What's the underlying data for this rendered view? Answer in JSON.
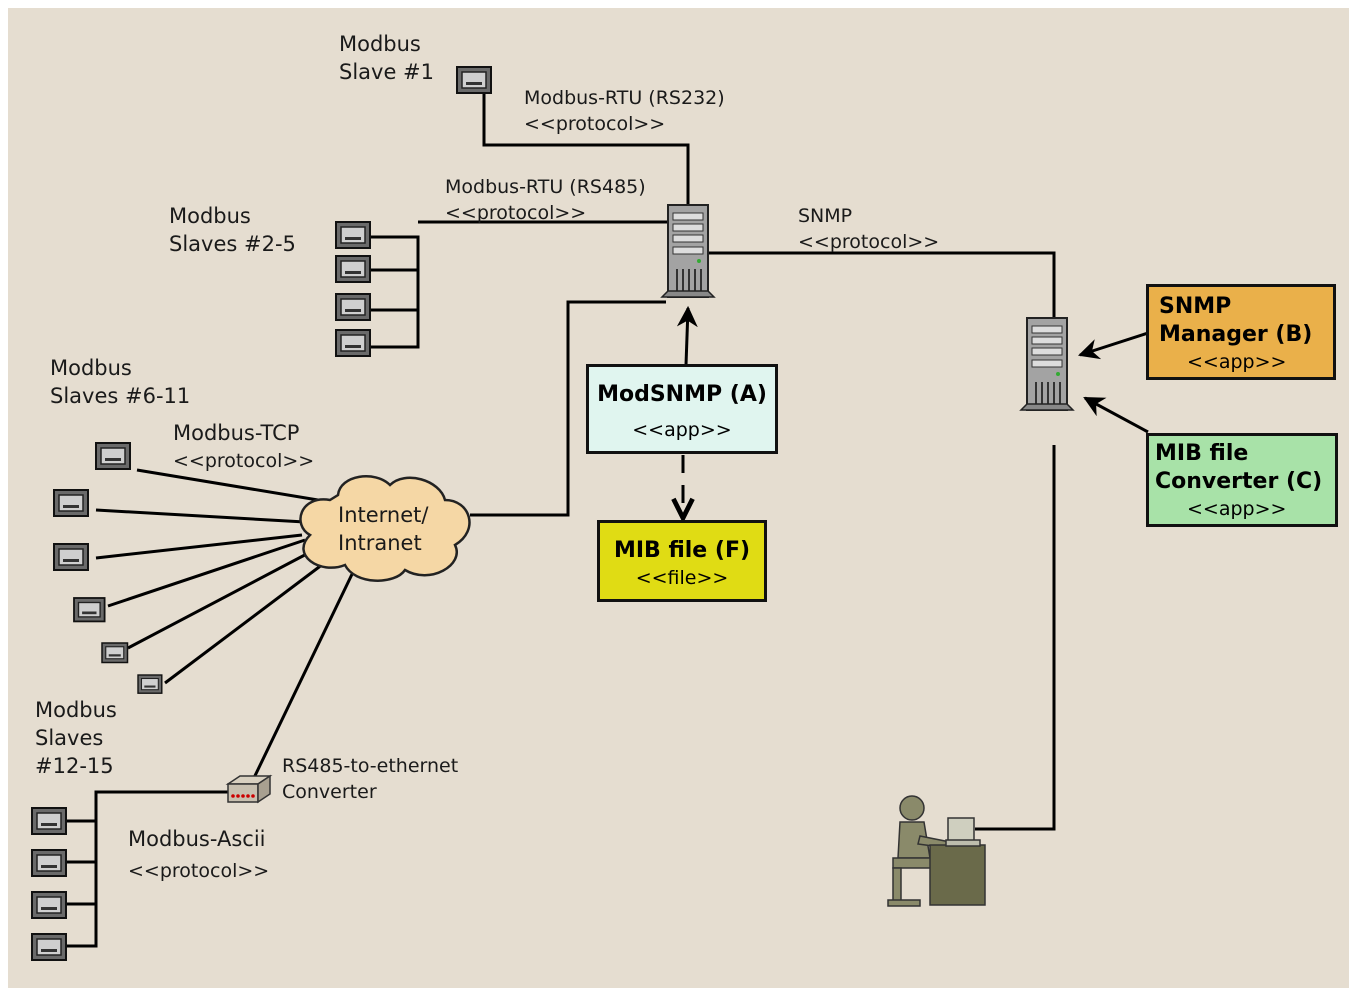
{
  "labels": {
    "slave1": [
      "Modbus",
      "Slave #1"
    ],
    "rtu232": [
      "Modbus-RTU (RS232)",
      "<<protocol>>"
    ],
    "rtu485": [
      "Modbus-RTU (RS485)",
      "<<protocol>>"
    ],
    "slaves2_5": [
      "Modbus",
      "Slaves #2-5"
    ],
    "snmp": [
      "SNMP",
      "<<protocol>>"
    ],
    "slaves6_11": [
      "Modbus",
      "Slaves #6-11"
    ],
    "tcp": [
      "Modbus-TCP",
      "<<protocol>>"
    ],
    "cloud": [
      "Internet/",
      "Intranet"
    ],
    "slaves12_15": [
      "Modbus",
      "Slaves",
      "#12-15"
    ],
    "converter": [
      "RS485-to-ethernet",
      "Converter"
    ],
    "ascii": [
      "Modbus-Ascii",
      "<<protocol>>"
    ]
  },
  "boxes": {
    "modsnmp": {
      "title": "ModSNMP (A)",
      "stereotype": "<<app>>",
      "color": "#e0f5ef"
    },
    "mibfile": {
      "title": "MIB file (F)",
      "stereotype": "<<file>>",
      "color": "#e0dc14"
    },
    "snmpmanager": {
      "title": "SNMP Manager (B)",
      "title_lines": [
        "SNMP",
        "Manager (B)"
      ],
      "stereotype": "<<app>>",
      "color": "#eab04a"
    },
    "mibconverter": {
      "title": "MIB file Converter (C)",
      "title_lines": [
        "MIB file",
        "Converter (C)"
      ],
      "stereotype": "<<app>>",
      "color": "#a8e2a8"
    }
  },
  "colors": {
    "background": "#e5ddd0",
    "cloud": "#f5d7a5",
    "device": "#555555",
    "server": "#9a9a9a",
    "user": "#7a7a5a"
  },
  "icons": [
    "modbus-slave-icon",
    "server-icon",
    "cloud-icon",
    "converter-device-icon",
    "user-workstation-icon",
    "arrow-icon"
  ]
}
